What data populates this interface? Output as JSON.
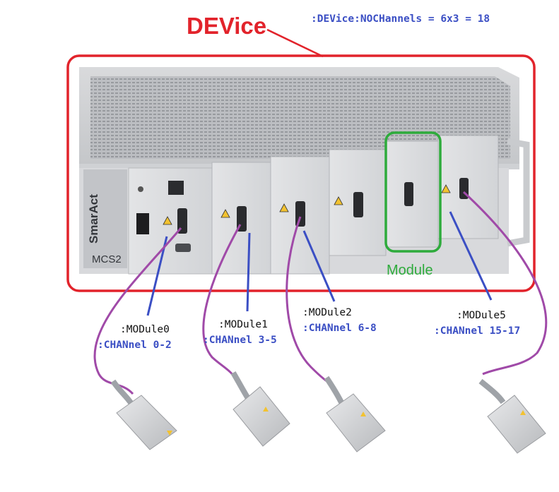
{
  "device": {
    "label": "DEVice",
    "formula": ":DEVice:NOCHannels = 6x3 = 18",
    "brand": "SmarAct",
    "model": "MCS2"
  },
  "module_label": "Module",
  "modules": [
    {
      "module": ":MODule0",
      "channels": ":CHANnel 0-2"
    },
    {
      "module": ":MODule1",
      "channels": ":CHANnel 3-5"
    },
    {
      "module": ":MODule2",
      "channels": ":CHANnel 6-8"
    },
    {
      "module": ":MODule5",
      "channels": ":CHANnel 15-17"
    }
  ],
  "colors": {
    "device_red": "#e2232b",
    "module_green": "#2eab3c",
    "label_blue": "#3b4fc4",
    "pointer_blue": "#3b4fc4",
    "cable_purple": "#a04aa8"
  }
}
